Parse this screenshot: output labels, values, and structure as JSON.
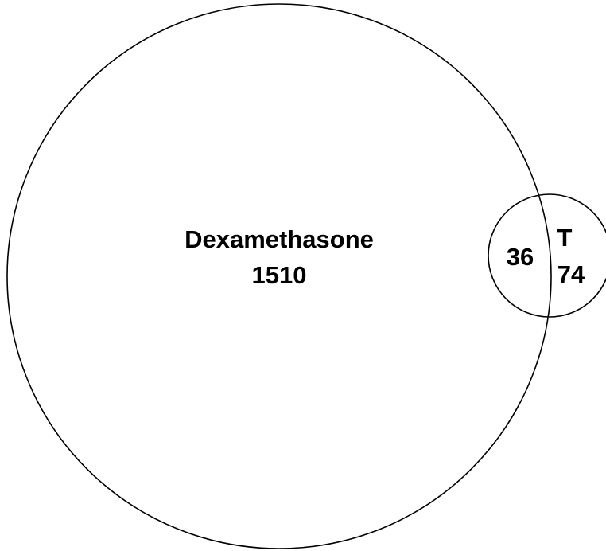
{
  "diagram": {
    "type": "venn",
    "sets": [
      {
        "name": "Dexamethasone",
        "only_count": "1510"
      },
      {
        "name": "T",
        "only_count": "74"
      }
    ],
    "intersection_count": "36",
    "colors": {
      "stroke": "#000000",
      "text": "#000000",
      "background": "#ffffff"
    }
  }
}
